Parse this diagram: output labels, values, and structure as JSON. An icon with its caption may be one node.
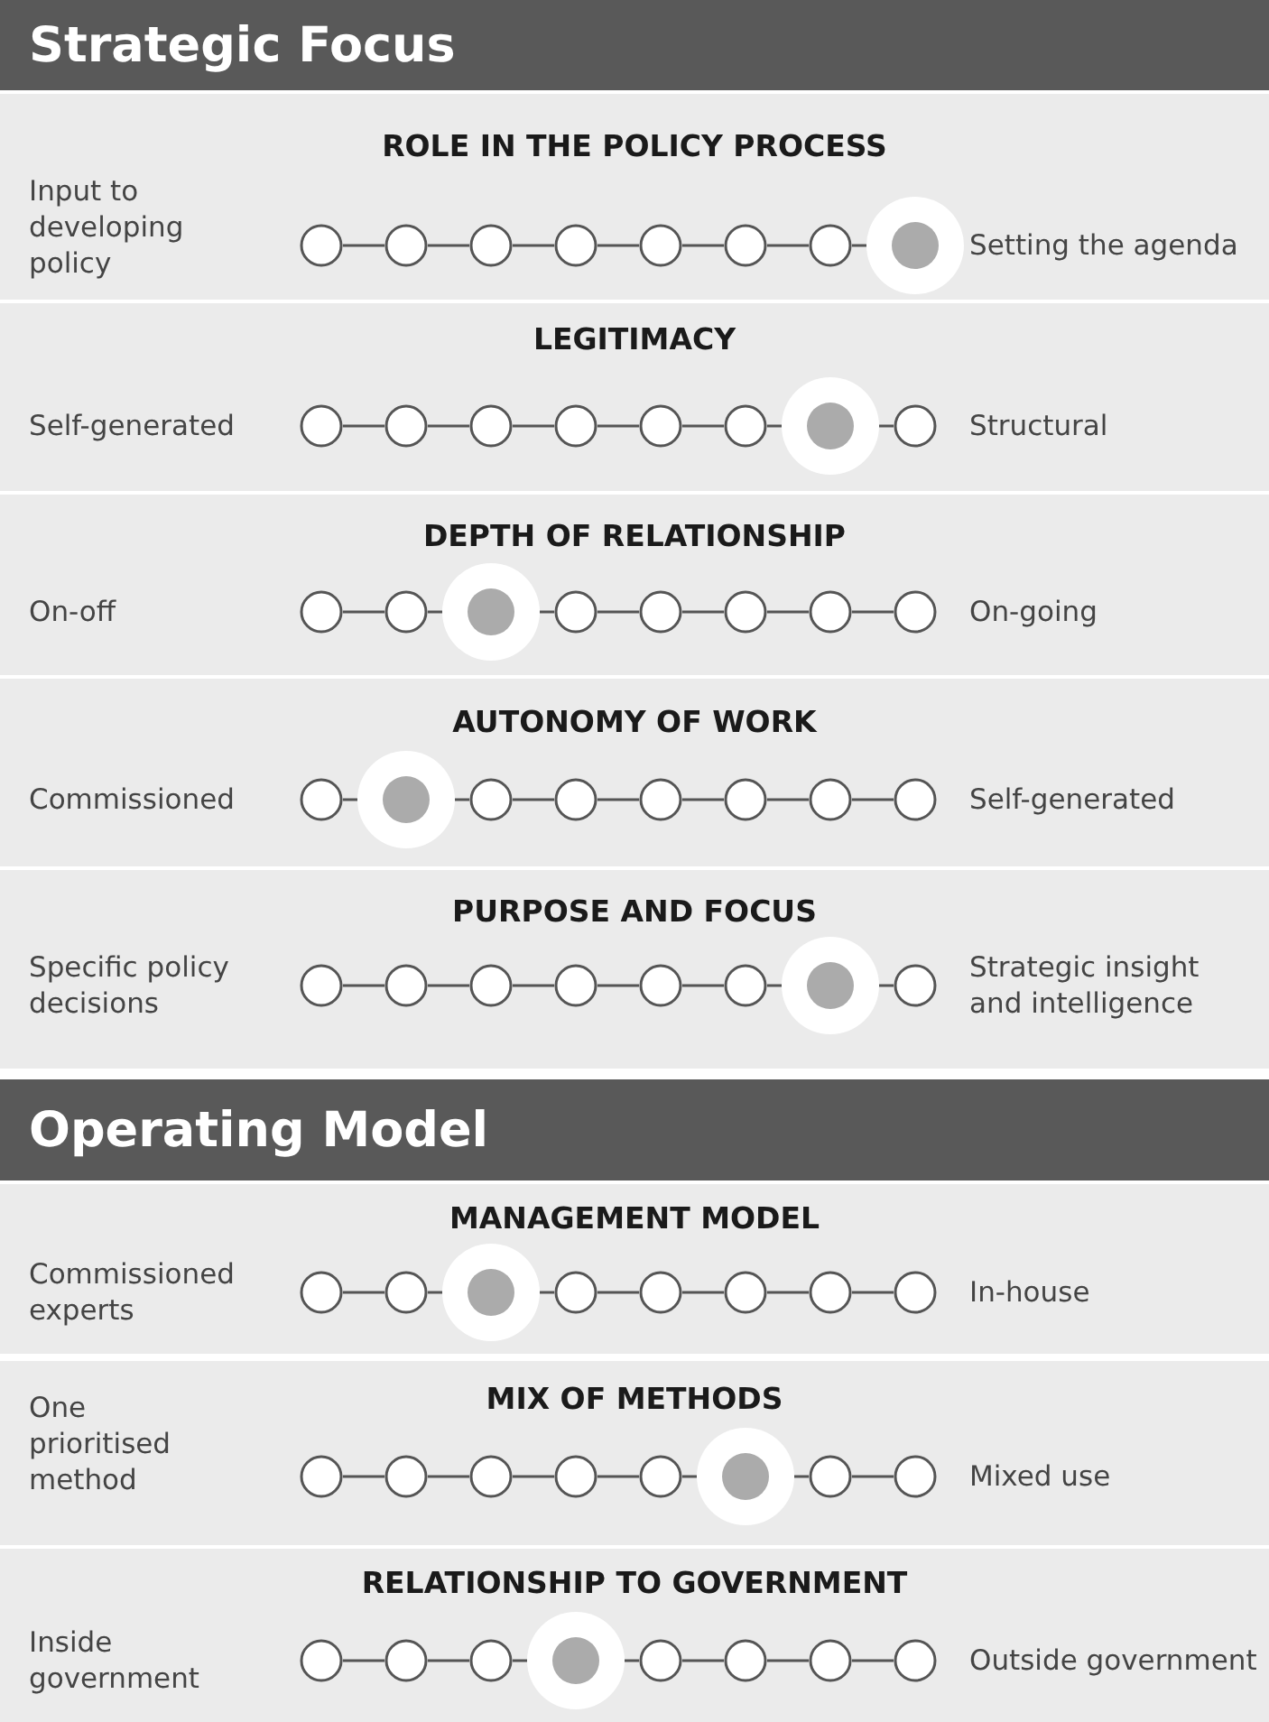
{
  "diagram": {
    "nodes": [
      {
        "text": [
          "Strategic Focus"
        ]
      },
      {
        "text": [
          "ROLE IN THE POLICY PROCESS",
          "Input to developing policy",
          "Setting the agenda"
        ],
        "in": 0
      },
      {
        "text": [],
        "shape": "circle",
        "in": 1
      },
      {
        "text": [],
        "shape": "circle",
        "in": 1
      },
      {
        "text": [],
        "shape": "circle",
        "in": 1
      },
      {
        "text": [],
        "shape": "circle",
        "in": 1
      },
      {
        "text": [],
        "shape": "circle",
        "in": 1
      },
      {
        "text": [],
        "shape": "circle",
        "in": 1
      },
      {
        "text": [],
        "shape": "circle",
        "in": 1
      },
      {
        "text": [],
        "shape": "dot",
        "in": 1
      },
      {
        "text": [
          "LEGITIMACY",
          "Self-generated",
          "Structural"
        ],
        "in": 0
      },
      {
        "text": [],
        "shape": "circle",
        "in": 10
      },
      {
        "text": [],
        "shape": "circle",
        "in": 10
      },
      {
        "text": [],
        "shape": "circle",
        "in": 10
      },
      {
        "text": [],
        "shape": "circle",
        "in": 10
      },
      {
        "text": [],
        "shape": "circle",
        "in": 10
      },
      {
        "text": [],
        "shape": "circle",
        "in": 10
      },
      {
        "text": [],
        "shape": "dot",
        "in": 10
      },
      {
        "text": [],
        "shape": "circle",
        "in": 10
      },
      {
        "text": [
          "DEPTH OF RELATIONSHIP",
          "On-off",
          "On-going"
        ],
        "in": 0
      },
      {
        "text": [],
        "shape": "circle",
        "in": 19
      },
      {
        "text": [],
        "shape": "circle",
        "in": 19
      },
      {
        "text": [],
        "shape": "dot",
        "in": 19
      },
      {
        "text": [],
        "shape": "circle",
        "in": 19
      },
      {
        "text": [],
        "shape": "circle",
        "in": 19
      },
      {
        "text": [],
        "shape": "circle",
        "in": 19
      },
      {
        "text": [],
        "shape": "circle",
        "in": 19
      },
      {
        "text": [],
        "shape": "circle",
        "in": 19
      },
      {
        "text": [
          "AUTONOMY OF WORK",
          "Commissioned",
          "Self-generated"
        ],
        "in": 0
      },
      {
        "text": [],
        "shape": "circle",
        "in": 28
      },
      {
        "text": [],
        "shape": "dot",
        "in": 28
      },
      {
        "text": [],
        "shape": "circle",
        "in": 28
      },
      {
        "text": [],
        "shape": "circle",
        "in": 28
      },
      {
        "text": [],
        "shape": "circle",
        "in": 28
      },
      {
        "text": [],
        "shape": "circle",
        "in": 28
      },
      {
        "text": [],
        "shape": "circle",
        "in": 28
      },
      {
        "text": [],
        "shape": "circle",
        "in": 28
      },
      {
        "text": [
          "PURPOSE AND FOCUS",
          "Specific policy decisions",
          "Strategic insight and intelligence"
        ],
        "in": 0
      },
      {
        "text": [],
        "shape": "circle",
        "in": 37
      },
      {
        "text": [],
        "shape": "circle",
        "in": 37
      },
      {
        "text": [],
        "shape": "circle",
        "in": 37
      },
      {
        "text": [],
        "shape": "circle",
        "in": 37
      },
      {
        "text": [],
        "shape": "circle",
        "in": 37
      },
      {
        "text": [],
        "shape": "circle",
        "in": 37
      },
      {
        "text": [],
        "shape": "dot",
        "in": 37
      },
      {
        "text": [],
        "shape": "circle",
        "in": 37
      },
      {
        "text": [
          "Operating Model"
        ]
      },
      {
        "text": [
          "MANAGEMENT MODEL",
          "Commissioned experts",
          "In-house"
        ],
        "in": 46
      },
      {
        "text": [],
        "shape": "circle",
        "in": 47
      },
      {
        "text": [],
        "shape": "circle",
        "in": 47
      },
      {
        "text": [],
        "shape": "dot",
        "in": 47
      },
      {
        "text": [],
        "shape": "circle",
        "in": 47
      },
      {
        "text": [],
        "shape": "circle",
        "in": 47
      },
      {
        "text": [],
        "shape": "circle",
        "in": 47
      },
      {
        "text": [],
        "shape": "circle",
        "in": 47
      },
      {
        "text": [],
        "shape": "circle",
        "in": 47
      },
      {
        "text": [
          "MIX OF METHODS",
          "One prioritised method",
          "Mixed use"
        ],
        "in": 46
      },
      {
        "text": [],
        "shape": "circle",
        "in": 56
      },
      {
        "text": [],
        "shape": "circle",
        "in": 56
      },
      {
        "text": [],
        "shape": "circle",
        "in": 56
      },
      {
        "text": [],
        "shape": "circle",
        "in": 56
      },
      {
        "text": [],
        "shape": "circle",
        "in": 56
      },
      {
        "text": [],
        "shape": "dot",
        "in": 56
      },
      {
        "text": [],
        "shape": "circle",
        "in": 56
      },
      {
        "text": [],
        "shape": "circle",
        "in": 56
      },
      {
        "text": [
          "RELATIONSHIP TO GOVERNMENT",
          "Inside government",
          "Outside government"
        ],
        "in": 46
      },
      {
        "text": [],
        "shape": "circle",
        "in": 65
      },
      {
        "text": [],
        "shape": "circle",
        "in": 65
      },
      {
        "text": [],
        "shape": "circle",
        "in": 65
      },
      {
        "text": [],
        "shape": "dot",
        "in": 65
      },
      {
        "text": [],
        "shape": "circle",
        "in": 65
      },
      {
        "text": [],
        "shape": "circle",
        "in": 65
      },
      {
        "text": [],
        "shape": "circle",
        "in": 65
      },
      {
        "text": [],
        "shape": "circle",
        "in": 65
      }
    ],
    "edges": [
      {
        "from": 2,
        "to": 3,
        "arrow": "none"
      },
      {
        "from": 3,
        "to": 4,
        "arrow": "none"
      },
      {
        "from": 4,
        "to": 5,
        "arrow": "none"
      },
      {
        "from": 5,
        "to": 6,
        "arrow": "none"
      },
      {
        "from": 6,
        "to": 7,
        "arrow": "none"
      },
      {
        "from": 7,
        "to": 8,
        "arrow": "none"
      },
      {
        "from": 8,
        "to": 9,
        "arrow": "none"
      },
      {
        "from": 11,
        "to": 12,
        "arrow": "none"
      },
      {
        "from": 12,
        "to": 13,
        "arrow": "none"
      },
      {
        "from": 13,
        "to": 14,
        "arrow": "none"
      },
      {
        "from": 14,
        "to": 15,
        "arrow": "none"
      },
      {
        "from": 15,
        "to": 16,
        "arrow": "none"
      },
      {
        "from": 16,
        "to": 17,
        "arrow": "none"
      },
      {
        "from": 17,
        "to": 18,
        "arrow": "none"
      },
      {
        "from": 20,
        "to": 21,
        "arrow": "none"
      },
      {
        "from": 21,
        "to": 22,
        "arrow": "none"
      },
      {
        "from": 22,
        "to": 23,
        "arrow": "none"
      },
      {
        "from": 23,
        "to": 24,
        "arrow": "none"
      },
      {
        "from": 24,
        "to": 25,
        "arrow": "none"
      },
      {
        "from": 25,
        "to": 26,
        "arrow": "none"
      },
      {
        "from": 26,
        "to": 27,
        "arrow": "none"
      },
      {
        "from": 29,
        "to": 30,
        "arrow": "none"
      },
      {
        "from": 30,
        "to": 31,
        "arrow": "none"
      },
      {
        "from": 31,
        "to": 32,
        "arrow": "none"
      },
      {
        "from": 32,
        "to": 33,
        "arrow": "none"
      },
      {
        "from": 33,
        "to": 34,
        "arrow": "none"
      },
      {
        "from": 34,
        "to": 35,
        "arrow": "none"
      },
      {
        "from": 35,
        "to": 36,
        "arrow": "none"
      },
      {
        "from": 38,
        "to": 39,
        "arrow": "none"
      },
      {
        "from": 39,
        "to": 40,
        "arrow": "none"
      },
      {
        "from": 40,
        "to": 41,
        "arrow": "none"
      },
      {
        "from": 41,
        "to": 42,
        "arrow": "none"
      },
      {
        "from": 42,
        "to": 43,
        "arrow": "none"
      },
      {
        "from": 43,
        "to": 44,
        "arrow": "none"
      },
      {
        "from": 44,
        "to": 45,
        "arrow": "none"
      },
      {
        "from": 48,
        "to": 49,
        "arrow": "none"
      },
      {
        "from": 49,
        "to": 50,
        "arrow": "none"
      },
      {
        "from": 50,
        "to": 51,
        "arrow": "none"
      },
      {
        "from": 51,
        "to": 52,
        "arrow": "none"
      },
      {
        "from": 52,
        "to": 53,
        "arrow": "none"
      },
      {
        "from": 53,
        "to": 54,
        "arrow": "none"
      },
      {
        "from": 54,
        "to": 55,
        "arrow": "none"
      },
      {
        "from": 57,
        "to": 58,
        "arrow": "none"
      },
      {
        "from": 58,
        "to": 59,
        "arrow": "none"
      },
      {
        "from": 59,
        "to": 60,
        "arrow": "none"
      },
      {
        "from": 60,
        "to": 61,
        "arrow": "none"
      },
      {
        "from": 61,
        "to": 62,
        "arrow": "none"
      },
      {
        "from": 62,
        "to": 63,
        "arrow": "none"
      },
      {
        "from": 63,
        "to": 64,
        "arrow": "none"
      },
      {
        "from": 66,
        "to": 67,
        "arrow": "none"
      },
      {
        "from": 67,
        "to": 68,
        "arrow": "none"
      },
      {
        "from": 68,
        "to": 69,
        "arrow": "none"
      },
      {
        "from": 69,
        "to": 70,
        "arrow": "none"
      },
      {
        "from": 70,
        "to": 71,
        "arrow": "none"
      },
      {
        "from": 71,
        "to": 72,
        "arrow": "none"
      },
      {
        "from": 72,
        "to": 73,
        "arrow": "none"
      }
    ]
  }
}
